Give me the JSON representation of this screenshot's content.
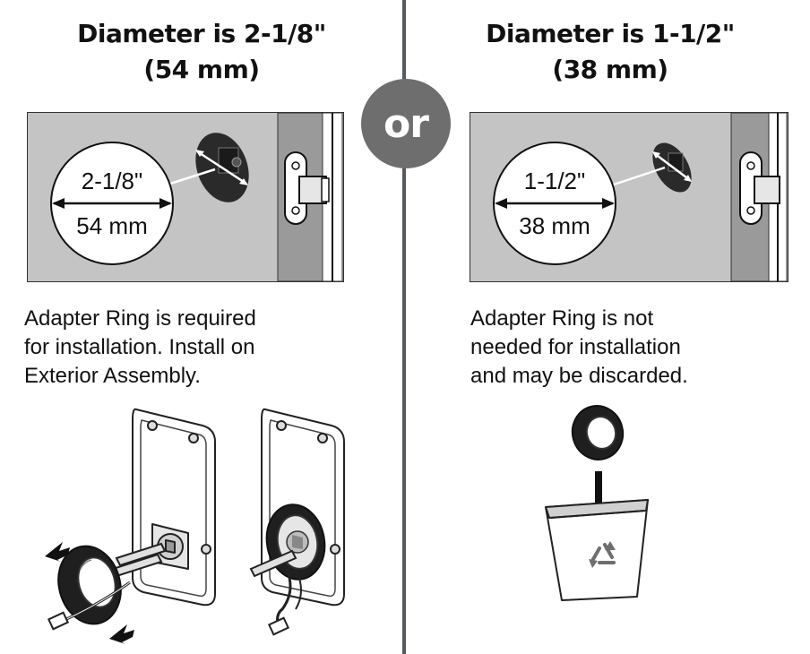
{
  "or_label": "or",
  "left": {
    "heading_line1": "Diameter is 2-1/8\"",
    "heading_line2": "(54 mm)",
    "callout_fraction": "2-1/8\"",
    "callout_metric": "54 mm",
    "note_line1": "Adapter Ring is required",
    "note_line2": "for installation. Install on",
    "note_line3": "Exterior Assembly."
  },
  "right": {
    "heading_line1": "Diameter is 1-1/2\"",
    "heading_line2": "(38 mm)",
    "callout_fraction": "1-1/2\"",
    "callout_metric": "38 mm",
    "note_line1": "Adapter Ring is not",
    "note_line2": "needed for installation",
    "note_line3": "and may be discarded."
  },
  "colors": {
    "panel_gray": "#c4c4c4",
    "door_edge": "#9a9a9a",
    "divider": "#555a5e",
    "or_badge": "#6e6e6e"
  },
  "icons": [
    "recycle-icon",
    "arrow-down-icon",
    "insert-arrow-icon"
  ]
}
